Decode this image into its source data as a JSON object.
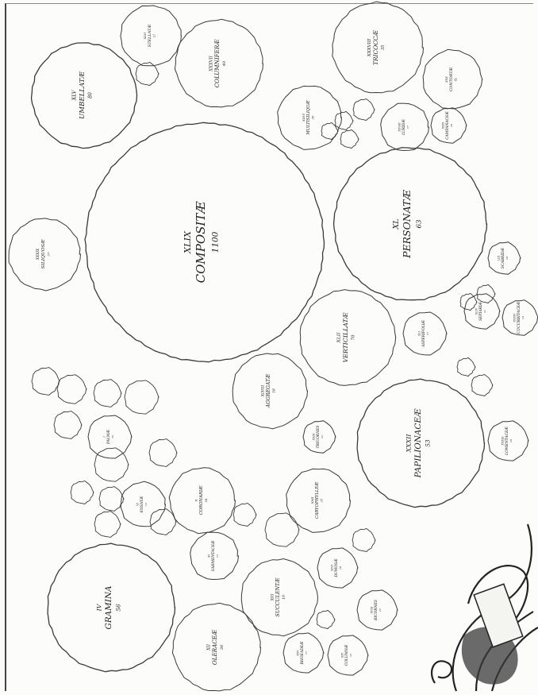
{
  "circles": [
    {
      "id": "composite",
      "num": "XLIX",
      "name": "COMPOSITÆ",
      "count": "1100"
    },
    {
      "id": "umbellatae",
      "num": "XLV",
      "name": "UMBELLATÆ",
      "count": "80"
    },
    {
      "id": "stellatae",
      "num": "XLVI",
      "name": "STELLATÆ",
      "count": "21"
    },
    {
      "id": "columniferae",
      "num": "XXXVII",
      "name": "COLUMNIFERÆ",
      "count": "40"
    },
    {
      "id": "tricoccae",
      "num": "XXXVIII",
      "name": "TRICOCCÆ",
      "count": "35"
    },
    {
      "id": "contortae",
      "num": "XXX",
      "name": "CONTORTÆ",
      "count": "42"
    },
    {
      "id": "multisiliquae",
      "num": "XXVI",
      "name": "MULTISILIQUÆ",
      "count": "30"
    },
    {
      "id": "luridae",
      "num": "XXVIII",
      "name": "LURIDÆ",
      "count": "17"
    },
    {
      "id": "campanaceae",
      "num": "XXIX",
      "name": "CAMPANACEÆ",
      "count": "16"
    },
    {
      "id": "personatae",
      "num": "XL",
      "name": "PERSONATÆ",
      "count": "63"
    },
    {
      "id": "siliquosae",
      "num": "XXXIX",
      "name": "SILIQUOSÆ",
      "count": "37"
    },
    {
      "id": "verticillatae",
      "num": "XLII",
      "name": "VERTICILLATÆ",
      "count": "70"
    },
    {
      "id": "asperifoliae",
      "num": "XLI",
      "name": "ASPERIFOLIÆ",
      "count": "17"
    },
    {
      "id": "scabridae",
      "num": "LIII",
      "name": "SCABRIDÆ",
      "count": "18"
    },
    {
      "id": "sepiariae",
      "num": "XLIV",
      "name": "SEPIARIÆ",
      "count": "11"
    },
    {
      "id": "cucurbitaceae",
      "num": "XXXIV",
      "name": "CUCURBITACEÆ",
      "count": "14"
    },
    {
      "id": "aggregatae",
      "num": "XLVIII",
      "name": "AGGREGATÆ",
      "count": "16"
    },
    {
      "id": "papilionaceae",
      "num": "XXXII",
      "name": "PAPILIONACEÆ",
      "count": "53"
    },
    {
      "id": "lomentaceae",
      "num": "XXXIII",
      "name": "LOMENTACEÆ",
      "count": "18"
    },
    {
      "id": "tricornes",
      "num": "XXIII",
      "name": "TRICORNES",
      "count": "11"
    },
    {
      "id": "caryophylleae",
      "num": "XXII",
      "name": "CARYOPHYLLEÆ",
      "count": "31"
    },
    {
      "id": "succulentae",
      "num": "XIII",
      "name": "SUCCULENTÆ",
      "count": "19"
    },
    {
      "id": "gramina",
      "num": "IV",
      "name": "GRAMINA",
      "count": "56"
    },
    {
      "id": "oleraceae",
      "num": "XII",
      "name": "OLERACEÆ",
      "count": "36"
    },
    {
      "id": "sarmentaceae",
      "num": "XI",
      "name": "SARMENTACEÆ",
      "count": "13"
    },
    {
      "id": "coronariae",
      "num": "X",
      "name": "CORONARIÆ",
      "count": "24"
    },
    {
      "id": "ensatae",
      "num": "VI",
      "name": "ENSATÆ",
      "count": "13"
    },
    {
      "id": "palmae",
      "num": "I",
      "name": "PALMÆ",
      "count": "15"
    },
    {
      "id": "dumosae",
      "num": "XLVI",
      "name": "DUMOSÆ",
      "count": "18"
    },
    {
      "id": "bicornes",
      "num": "XVIII",
      "name": "BICORNES",
      "count": "11"
    },
    {
      "id": "rhoeadeae",
      "num": "XXV",
      "name": "RHOEADEÆ",
      "count": "17"
    },
    {
      "id": "columnae",
      "num": "XIX",
      "name": "COLUMNÆ",
      "count": "12"
    }
  ],
  "colors": {
    "ink": "#2a2a2a",
    "paper": "#fcfcfa",
    "line": "#3a3a3a"
  }
}
